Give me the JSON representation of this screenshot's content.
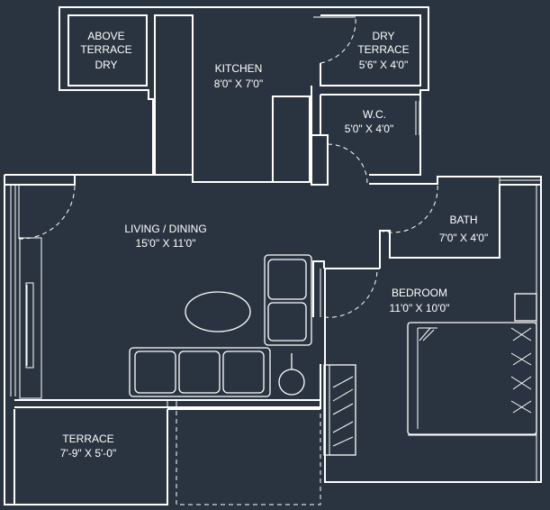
{
  "plan": {
    "background": "#2a3440",
    "line_color": "#ffffff",
    "rooms": {
      "above_terrace_dry": {
        "line1": "ABOVE",
        "line2": "TERRACE",
        "line3": "DRY"
      },
      "kitchen": {
        "name": "KITCHEN",
        "size": "8'0\" X 7'0\""
      },
      "dry_terrace": {
        "line1": "DRY",
        "line2": "TERRACE",
        "size": "5'6\" X 4'0\""
      },
      "wc": {
        "name": "W.C.",
        "size": "5'0\" X 4'0\""
      },
      "living_dining": {
        "name": "LIVING / DINING",
        "size": "15'0\" X 11'0\""
      },
      "bath": {
        "name": "BATH",
        "size": "7'0\" X 4'0\""
      },
      "bedroom": {
        "name": "BEDROOM",
        "size": "11'0\" X 10'0\""
      },
      "terrace": {
        "name": "TERRACE",
        "size": "7'-9\" X 5'-0\""
      }
    }
  }
}
